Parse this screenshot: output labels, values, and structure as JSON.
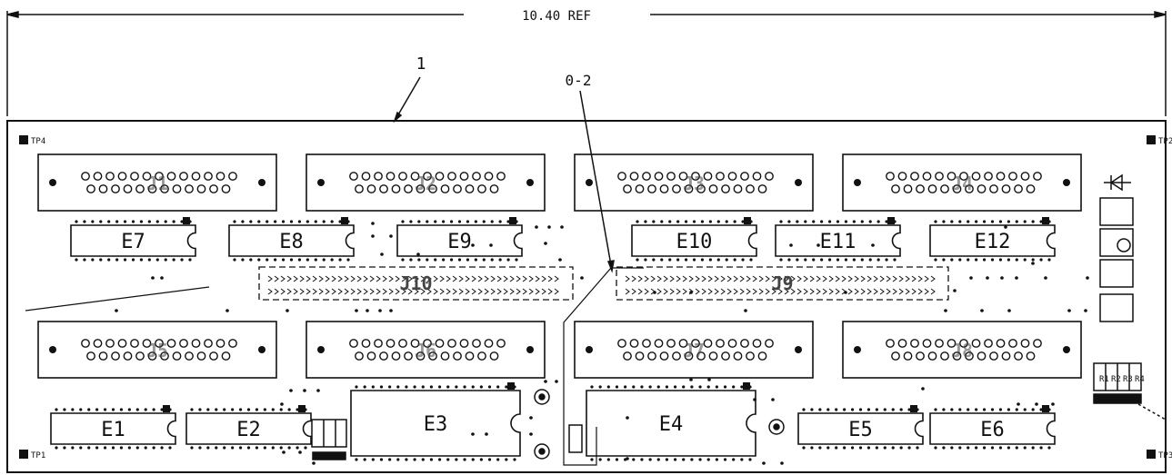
{
  "dimension": {
    "label": "10.40 REF"
  },
  "callouts": {
    "board": "1",
    "component": "0-2"
  },
  "connectors_top": [
    "J1",
    "J2",
    "J3",
    "J4"
  ],
  "connectors_bottom": [
    "J5",
    "J6",
    "J7",
    "J8"
  ],
  "chips_top": [
    "E7",
    "E8",
    "E9",
    "E10",
    "E11",
    "E12"
  ],
  "chips_bottom": [
    "E1",
    "E2",
    "E3",
    "E4",
    "E5",
    "E6"
  ],
  "headers": [
    "J10",
    "J9"
  ],
  "test_points": [
    "TP4",
    "TP2",
    "TP1",
    "TP3"
  ],
  "resistor_labels": [
    "R1",
    "R2",
    "R3",
    "R4"
  ]
}
